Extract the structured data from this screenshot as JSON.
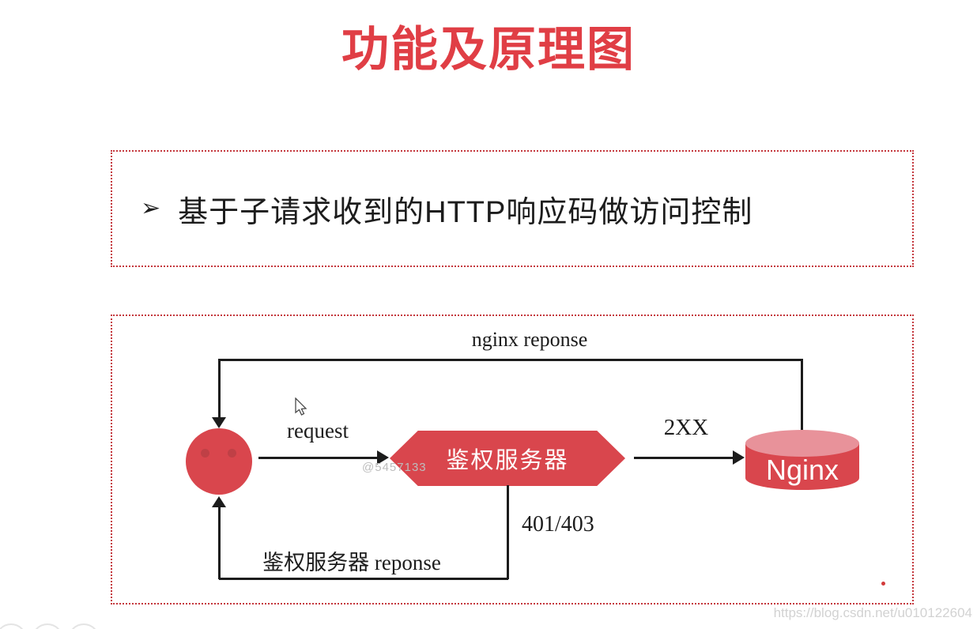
{
  "slide": {
    "title": "功能及原理图",
    "bullet": {
      "icon": "➢",
      "text": "基于子请求收到的HTTP响应码做访问控制"
    },
    "diagram": {
      "nodes": {
        "auth_server": "鉴权服务器",
        "nginx": "Nginx"
      },
      "edge_labels": {
        "nginx_response": "nginx reponse",
        "request": "request",
        "success_code": "2XX",
        "error_codes": "401/403",
        "auth_response": "鉴权服务器 reponse"
      }
    },
    "watermarks": {
      "user_id": "@5457133",
      "blog_url": "https://blog.csdn.net/u010122604"
    },
    "colors": {
      "title_red": "#e03e45",
      "shape_red": "#d9464d",
      "cylinder_top": "#e8929a",
      "dashed_border": "#c4373d",
      "line_black": "#1c1c1c"
    }
  }
}
